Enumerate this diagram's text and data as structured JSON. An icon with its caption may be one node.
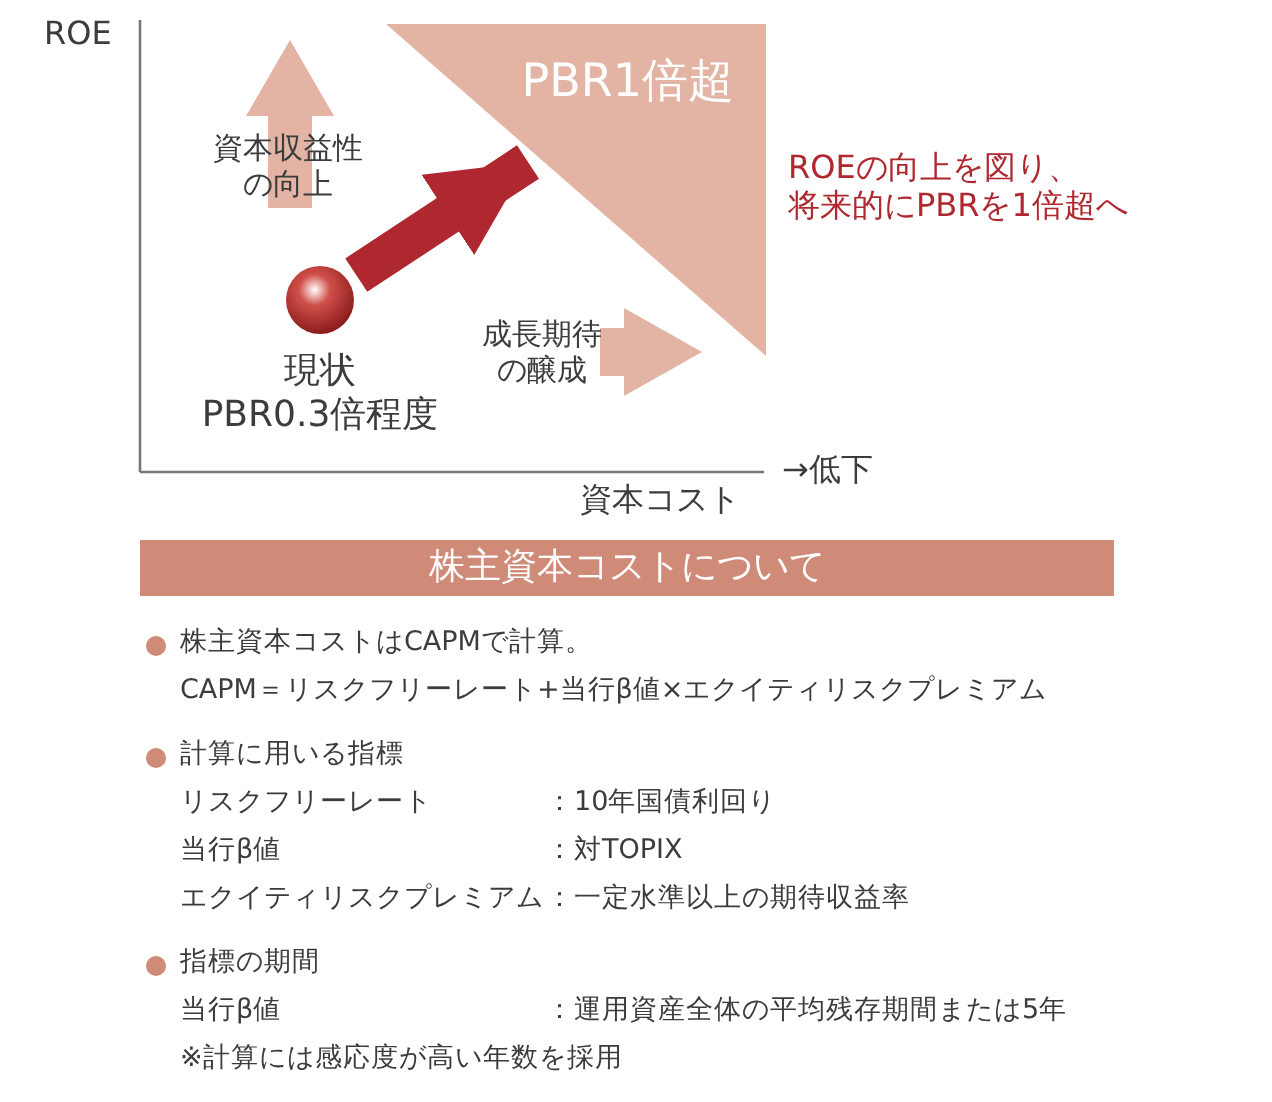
{
  "diagram": {
    "nodes": [
      {
        "text": [
          "PBR1倍超"
        ]
      },
      {
        "text": [],
        "shape": "circle",
        "beside": [
          "現状 PBR0.3倍程度"
        ]
      },
      {
        "text": [
          "株主資本コストについて"
        ]
      }
    ],
    "edges": [
      {
        "from": 1,
        "to": 0,
        "arrow": "to",
        "color": "#b0282f"
      }
    ],
    "labels": [
      "ROE",
      "資本収益性の向上",
      "成長期待の醸成",
      "→低下",
      "資本コスト",
      "ROEの向上を図り、将来的にPBRを1倍超へ",
      "株主資本コストはCAPMで計算。",
      "CAPM＝リスクフリーレート+当行β値×エクイティリスクプレミアム",
      "計算に用いる指標",
      "リスクフリーレート",
      "：10年国債利回り",
      "当行β値",
      "：対TOPIX",
      "エクイティリスクプレミアム",
      "：一定水準以上の期待収益率",
      "指標の期間",
      "当行β値",
      "：運用資産全体の平均残存期間または5年",
      "※計算には感応度が高い年数を採用"
    ]
  }
}
